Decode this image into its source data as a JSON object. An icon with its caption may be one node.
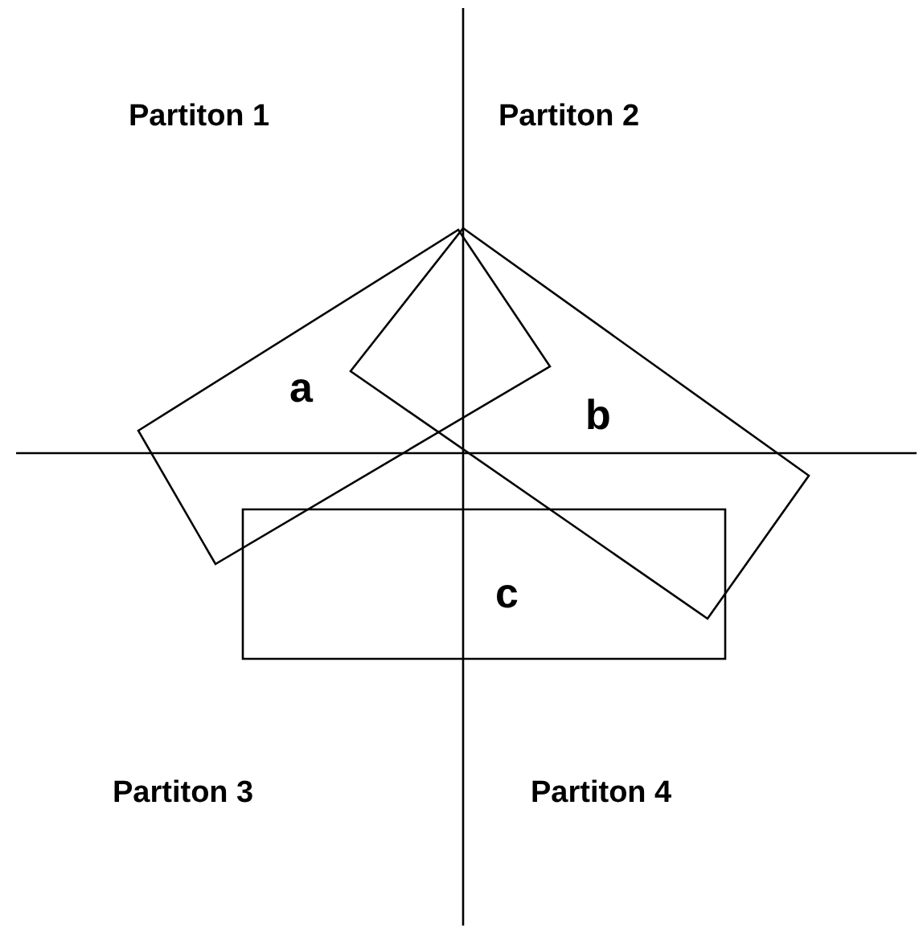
{
  "diagram": {
    "nodes": [
      {
        "text": [
          "a"
        ]
      },
      {
        "text": [
          "b"
        ]
      },
      {
        "text": [
          "c"
        ]
      }
    ],
    "labels": [
      "Partiton 1",
      "Partiton 2",
      "Partiton 3",
      "Partiton 4"
    ]
  }
}
